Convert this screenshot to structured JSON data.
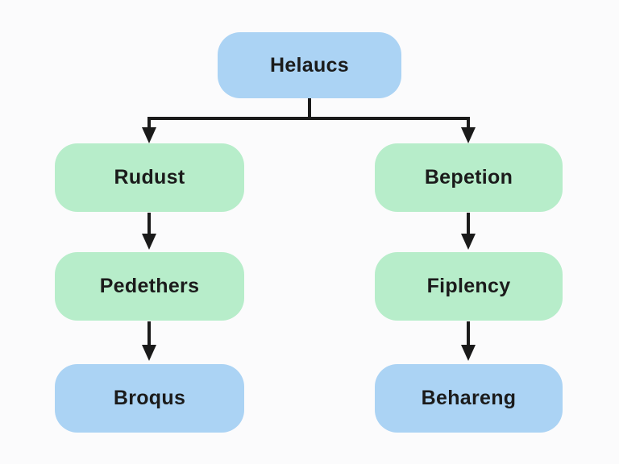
{
  "diagram": {
    "root": {
      "id": "helaucs",
      "label": "Helaucs",
      "color": "blue"
    },
    "left_branch": [
      {
        "id": "rudust",
        "label": "Rudust",
        "color": "green"
      },
      {
        "id": "pedethers",
        "label": "Pedethers",
        "color": "green"
      },
      {
        "id": "broqus",
        "label": "Broqus",
        "color": "blue"
      }
    ],
    "right_branch": [
      {
        "id": "bepetion",
        "label": "Bepetion",
        "color": "green"
      },
      {
        "id": "fiplency",
        "label": "Fiplency",
        "color": "green"
      },
      {
        "id": "behareng",
        "label": "Behareng",
        "color": "blue"
      }
    ],
    "edges": [
      {
        "from": "Helaucs",
        "to": "Rudust"
      },
      {
        "from": "Helaucs",
        "to": "Bepetion"
      },
      {
        "from": "Rudust",
        "to": "Pedethers"
      },
      {
        "from": "Pedethers",
        "to": "Broqus"
      },
      {
        "from": "Bepetion",
        "to": "Fiplency"
      },
      {
        "from": "Fiplency",
        "to": "Behareng"
      }
    ],
    "colors": {
      "node_blue": "#abd3f4",
      "node_green": "#b7edca",
      "arrow": "#1a1a1a",
      "text": "#1b1b1b",
      "background": "#fbfbfc"
    }
  }
}
